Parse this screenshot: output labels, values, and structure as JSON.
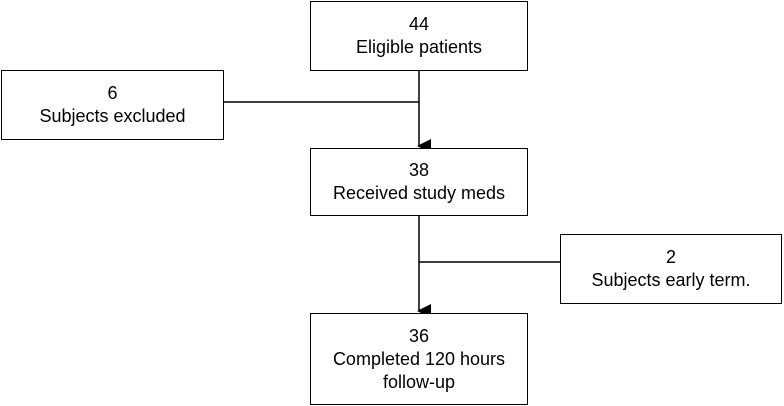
{
  "flowchart": {
    "eligible": {
      "count": "44",
      "label": "Eligible patients"
    },
    "excluded": {
      "count": "6",
      "label": "Subjects excluded"
    },
    "received": {
      "count": "38",
      "label": "Received study meds"
    },
    "early_term": {
      "count": "2",
      "label": "Subjects early term."
    },
    "completed": {
      "count": "36",
      "label_line1": "Completed 120 hours",
      "label_line2": "follow-up"
    }
  }
}
